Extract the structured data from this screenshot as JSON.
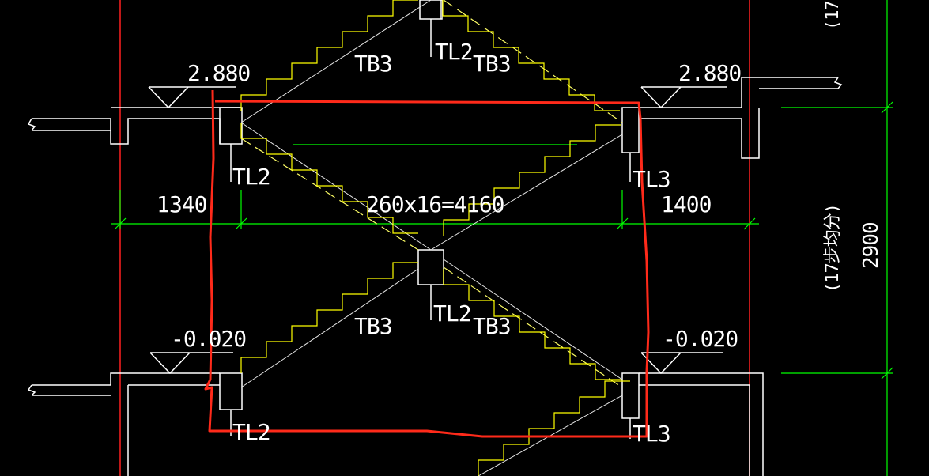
{
  "colors": {
    "background": "#000000",
    "wall": "#ffffff",
    "stair": "#ffff00",
    "stair_line": "#ffff66",
    "dimension": "#00ff00",
    "axis": "#ff2020",
    "markup": "#ff2a1a",
    "text": "#ffffff"
  },
  "labels": {
    "level_top_left": "2.880",
    "level_top_right": "2.880",
    "level_bottom_left": "-0.020",
    "level_bottom_right": "-0.020",
    "tl2_top": "TL2",
    "tl2_mid_left": "TL2",
    "tl2_center": "TL2",
    "tl2_bottom": "TL2",
    "tl3_mid": "TL3",
    "tl3_bottom": "TL3",
    "tb3_top_left": "TB3",
    "tb3_top_right": "TB3",
    "tb3_bottom_left": "TB3",
    "tb3_bottom_right": "TB3",
    "dim_left": "1340",
    "dim_center": "260x16=4160",
    "dim_right": "1400",
    "dim_vertical": "2900",
    "note_vertical": "(17步均分)",
    "note_vertical_top": "(17"
  }
}
